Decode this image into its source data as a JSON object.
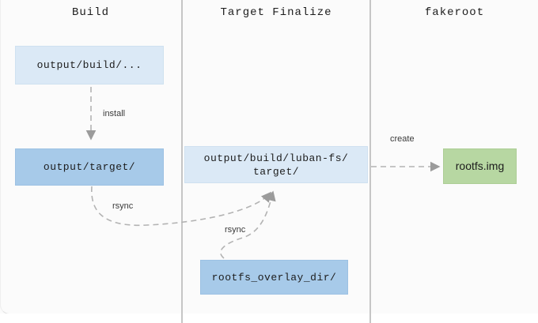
{
  "diagram": {
    "columns": [
      {
        "title": "Build"
      },
      {
        "title": "Target Finalize"
      },
      {
        "title": "fakeroot"
      }
    ],
    "nodes": {
      "output_build": {
        "label": "output/build/...",
        "fill": "#dbe9f6"
      },
      "output_target": {
        "label": "output/target/",
        "fill": "#a7cae9"
      },
      "luban_fs_target": {
        "label": "output/build/luban-fs/\ntarget/",
        "fill": "#dbe9f6"
      },
      "rootfs_overlay": {
        "label": "rootfs_overlay_dir/",
        "fill": "#a7cae9"
      },
      "rootfs_img": {
        "label": "rootfs.img",
        "fill": "#b7d7a2"
      }
    },
    "edges": {
      "install": {
        "label": "install",
        "from": "output_build",
        "to": "output_target"
      },
      "rsync_target": {
        "label": "rsync",
        "from": "output_target",
        "to": "luban_fs_target"
      },
      "rsync_overlay": {
        "label": "rsync",
        "from": "rootfs_overlay",
        "to": "luban_fs_target"
      },
      "create": {
        "label": "create",
        "from": "luban_fs_target",
        "to": "rootfs_img"
      }
    },
    "colors": {
      "node_light_blue": "#dbe9f6",
      "node_blue": "#a7cae9",
      "node_green": "#b7d7a2",
      "arrow_gray": "#b3b3b3",
      "arrowhead_gray": "#9b9b9b",
      "divider_gray": "#c6c6c6",
      "panel_bg": "#fbfbfb"
    }
  }
}
